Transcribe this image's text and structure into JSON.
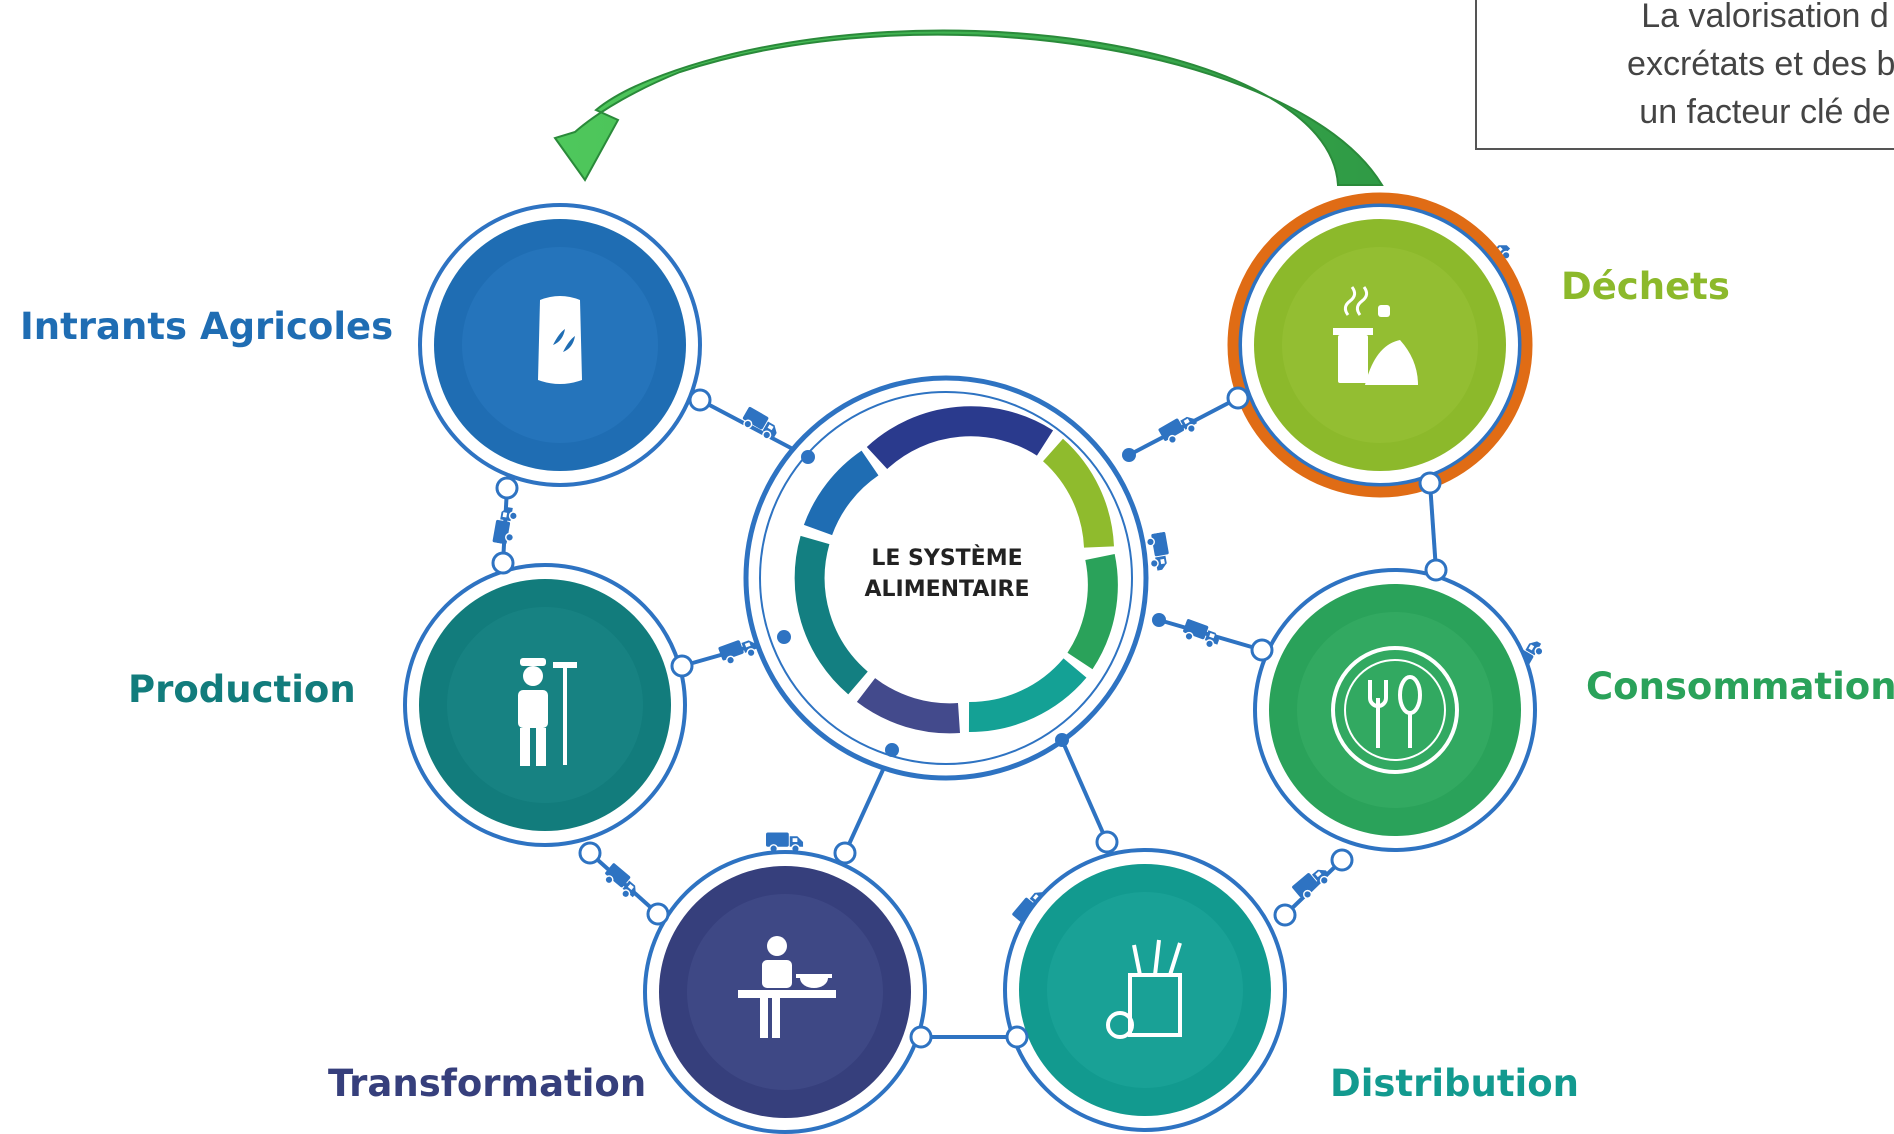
{
  "center": {
    "title_line1": "LE SYSTÈME",
    "title_line2": "ALIMENTAIRE"
  },
  "stages": {
    "intrants": {
      "label": "Intrants Agricoles",
      "color": "#1f6db3",
      "icon": "fertilizer-bag-icon"
    },
    "production": {
      "label": "Production",
      "color": "#127c7c",
      "icon": "farmer-icon"
    },
    "transformation": {
      "label": "Transformation",
      "color": "#363f7c",
      "icon": "cook-icon"
    },
    "distribution": {
      "label": "Distribution",
      "color": "#129a8f",
      "icon": "grocery-bag-icon"
    },
    "consommation": {
      "label": "Consommation",
      "color": "#2aa25a",
      "icon": "plate-cutlery-icon"
    },
    "dechets": {
      "label": "Déchets",
      "color": "#8cb92b",
      "icon": "food-waste-icon",
      "highlight_color": "#e06c15"
    }
  },
  "note": {
    "line1": "La valorisation d",
    "line2": "excrétats et des bi",
    "line3": "un facteur clé de"
  },
  "colors": {
    "network_line": "#2e73c2",
    "truck": "#2e73c2",
    "return_arrow": "#3aa64b"
  }
}
